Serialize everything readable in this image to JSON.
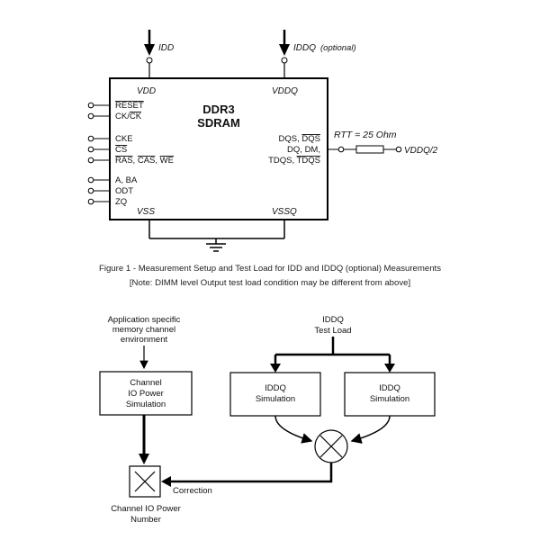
{
  "figure1": {
    "idd_label": "IDD",
    "iddq_label": "IDDQ",
    "iddq_optional": "(optional)",
    "chip_title_1": "DDR3",
    "chip_title_2": "SDRAM",
    "vdd": "VDD",
    "vddq": "VDDQ",
    "vss": "VSS",
    "vssq": "VSSQ",
    "left_pins": {
      "reset": "RESET",
      "ck": "CK/",
      "ck_bar": "CK",
      "cke": "CKE",
      "cs": "CS",
      "ras": "RAS",
      "cas": "CAS",
      "we": "WE",
      "a_ba": "A, BA",
      "odt": "ODT",
      "zq": "ZQ"
    },
    "right_pins": {
      "dqs": "DQS,",
      "dqs_bar": "DQS",
      "dq_dm": "DQ, DM,",
      "tdqs": "TDQS,",
      "tdqs_bar": "TDQS"
    },
    "rtt_label": "RTT = 25 Ohm",
    "vddq_half": "VDDQ/2",
    "caption_line1": "Figure 1 - Measurement Setup and Test Load for IDD and IDDQ (optional) Measurements",
    "caption_line2": "[Note: DIMM level Output test load condition may be different from above]"
  },
  "figure2": {
    "app_specific": [
      "Application specific",
      "memory channel",
      "environment"
    ],
    "channel_box": [
      "Channel",
      "IO Power",
      "Simulation"
    ],
    "iddq_test_load": [
      "IDDQ",
      "Test Load"
    ],
    "iddq_sim_left": [
      "IDDQ",
      "Simulation"
    ],
    "iddq_sim_right": [
      "IDDQ",
      "Simulation"
    ],
    "correction": "Correction",
    "channel_io_power_number": [
      "Channel IO Power",
      "Number"
    ]
  }
}
